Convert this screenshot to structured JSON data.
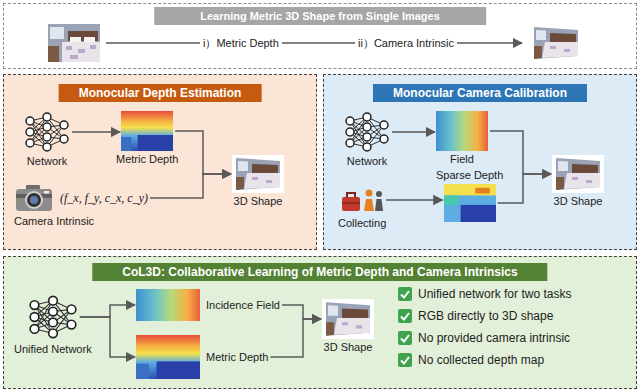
{
  "diagram": {
    "nodes": [
      {
        "text": [
          "Learning Metric 3D Shape from Single Images"
        ]
      },
      {
        "text": [
          "Monocular Depth Estimation"
        ]
      },
      {
        "text": [
          "Network"
        ],
        "in": 1
      },
      {
        "text": [
          "Metric Depth"
        ],
        "in": 1
      },
      {
        "text": [
          "(f_x, f_y, c_x, c_y)",
          "Camera Intrinsic"
        ],
        "in": 1
      },
      {
        "text": [
          "3D Shape"
        ],
        "in": 1
      },
      {
        "text": [
          "Monocular Camera Calibration"
        ]
      },
      {
        "text": [
          "Network"
        ],
        "in": 6
      },
      {
        "text": [
          "Field"
        ],
        "in": 6
      },
      {
        "text": [
          "Collecting"
        ],
        "in": 6
      },
      {
        "text": [
          "Sparse Depth"
        ],
        "in": 6
      },
      {
        "text": [
          "3D Shape"
        ],
        "in": 6
      },
      {
        "text": [
          "CoL3D: Collaborative Learning of Metric Depth and Camera Intrinsics"
        ]
      },
      {
        "text": [
          "Unified Network"
        ],
        "in": 12
      },
      {
        "text": [
          "Incidence Field"
        ],
        "in": 12
      },
      {
        "text": [
          "Metric Depth"
        ],
        "in": 12
      },
      {
        "text": [
          "3D Shape"
        ],
        "in": 12
      }
    ],
    "edges": [
      {
        "from": 2,
        "to": 3,
        "arrow": "to"
      },
      {
        "from": 3,
        "to": 5,
        "arrow": "to"
      },
      {
        "from": 4,
        "to": 5,
        "arrow": "to"
      },
      {
        "from": 7,
        "to": 8,
        "arrow": "to"
      },
      {
        "from": 9,
        "to": 10,
        "arrow": "to"
      },
      {
        "from": 8,
        "to": 11,
        "arrow": "to"
      },
      {
        "from": 10,
        "to": 11,
        "arrow": "to"
      },
      {
        "from": 13,
        "to": 14,
        "arrow": "to"
      },
      {
        "from": 13,
        "to": 15,
        "arrow": "to"
      },
      {
        "from": 14,
        "to": 16,
        "arrow": "to"
      },
      {
        "from": 15,
        "to": 16,
        "arrow": "to"
      }
    ],
    "labels": [
      "i）Metric Depth",
      "ii）Camera Intrinsic",
      "Unified network for two tasks",
      "RGB directly to 3D shape",
      "No provided camera intrinsic",
      "No collected depth map"
    ]
  }
}
